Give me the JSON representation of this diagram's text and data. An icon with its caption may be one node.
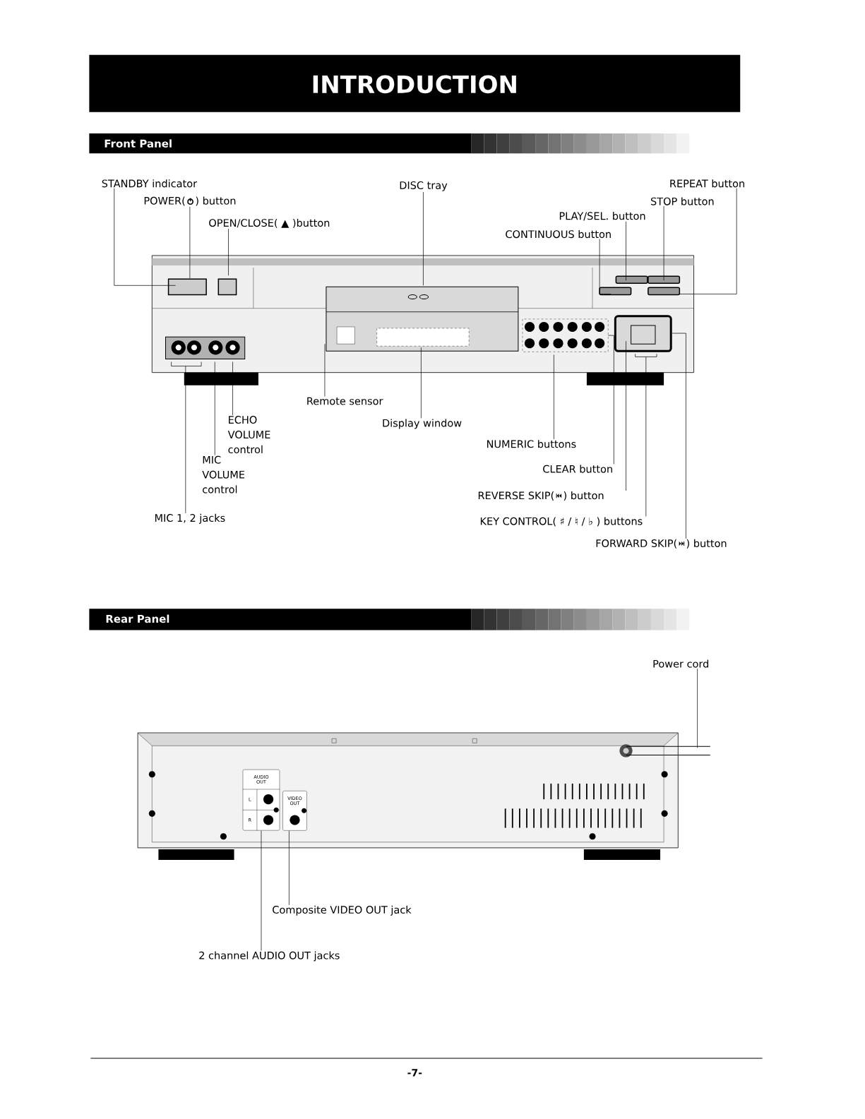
{
  "diagram": {
    "title": "INTRODUCTION",
    "nodes": [
      {
        "text": [
          "STANDBY indicator"
        ]
      },
      {
        "text": [
          "POWER(",
          ") button"
        ]
      },
      {
        "text": [
          "OPEN/CLOSE( ▲ )button"
        ]
      },
      {
        "text": [
          "DISC tray"
        ]
      },
      {
        "text": [
          "REPEAT button"
        ]
      },
      {
        "text": [
          "STOP button"
        ]
      },
      {
        "text": [
          "PLAY/SEL. button"
        ]
      },
      {
        "text": [
          "CONTINUOUS button"
        ]
      },
      {
        "text": [
          "Remote sensor"
        ]
      },
      {
        "text": [
          "Display window"
        ]
      },
      {
        "text": [
          "ECHO VOLUME control"
        ]
      },
      {
        "text": [
          "MIC VOLUME control"
        ]
      },
      {
        "text": [
          "MIC 1, 2 jacks"
        ]
      },
      {
        "text": [
          "NUMERIC buttons"
        ]
      },
      {
        "text": [
          "CLEAR button"
        ]
      },
      {
        "text": [
          "REVERSE SKIP(",
          ") button"
        ]
      },
      {
        "text": [
          "KEY CONTROL( ♯ / ♮ / ♭ ) buttons"
        ]
      },
      {
        "text": [
          "FORWARD SKIP(",
          ") button"
        ]
      },
      {
        "text": [
          "Power cord"
        ]
      },
      {
        "text": [
          "Composite VIDEO OUT jack"
        ]
      },
      {
        "text": [
          "2 channel AUDIO OUT jacks"
        ]
      },
      {
        "text": [
          "AUDIO OUT",
          "L",
          "R"
        ]
      },
      {
        "text": [
          "VIDEO OUT"
        ]
      }
    ],
    "edges": [
      {
        "from": 0,
        "to": null,
        "arrow": "none"
      },
      {
        "from": 1,
        "to": null,
        "arrow": "none"
      },
      {
        "from": 2,
        "to": null,
        "arrow": "none"
      },
      {
        "from": 3,
        "to": null,
        "arrow": "none"
      },
      {
        "from": 4,
        "to": null,
        "arrow": "none"
      },
      {
        "from": 5,
        "to": null,
        "arrow": "none"
      },
      {
        "from": 6,
        "to": null,
        "arrow": "none"
      },
      {
        "from": 7,
        "to": null,
        "arrow": "none"
      },
      {
        "from": 8,
        "to": null,
        "arrow": "none"
      },
      {
        "from": 9,
        "to": null,
        "arrow": "none"
      },
      {
        "from": 10,
        "to": null,
        "arrow": "none"
      },
      {
        "from": 11,
        "to": null,
        "arrow": "none"
      },
      {
        "from": 12,
        "to": null,
        "arrow": "none"
      },
      {
        "from": 13,
        "to": null,
        "arrow": "none"
      },
      {
        "from": 14,
        "to": null,
        "arrow": "none"
      },
      {
        "from": 15,
        "to": null,
        "arrow": "none"
      },
      {
        "from": 16,
        "to": null,
        "arrow": "none"
      },
      {
        "from": 17,
        "to": null,
        "arrow": "none"
      },
      {
        "from": 18,
        "to": null,
        "arrow": "none"
      },
      {
        "from": 19,
        "to": 22,
        "arrow": "none"
      },
      {
        "from": 20,
        "to": 21,
        "arrow": "none"
      }
    ],
    "labels": [
      "Front Panel",
      "Rear Panel",
      "-7-"
    ]
  }
}
